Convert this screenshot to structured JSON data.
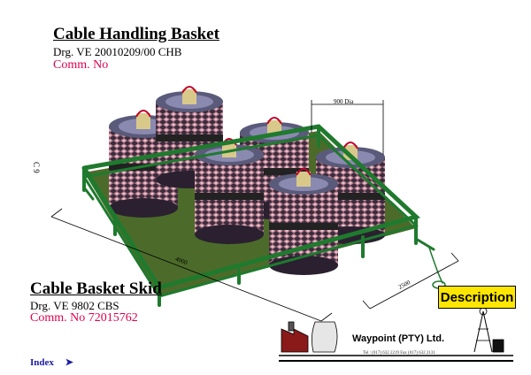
{
  "header": {
    "title": "Cable Handling Basket",
    "drawing_no": "Drg. VE 20010209/00 CHB",
    "comm": "Comm. No"
  },
  "side_label": "C 9",
  "dimensions": {
    "diameter": "900 Dia",
    "length": "4000",
    "width": "2500"
  },
  "skid": {
    "title": "Cable Basket Skid",
    "drawing_no": "Drg. VE 9802 CBS",
    "comm": "Comm. No 72015762"
  },
  "nav": {
    "index_label": "Index",
    "index_arrow": "➤"
  },
  "description_button": "Description",
  "company": {
    "name": "Waypoint (PTY) Ltd.",
    "contact": "Tel : (017) 632 2219   Fax (017) 632 2131"
  },
  "colors": {
    "frame": "#1f7a2e",
    "deck": "#4c6b2a",
    "accent": "#e0004d",
    "button": "#ffe600"
  }
}
